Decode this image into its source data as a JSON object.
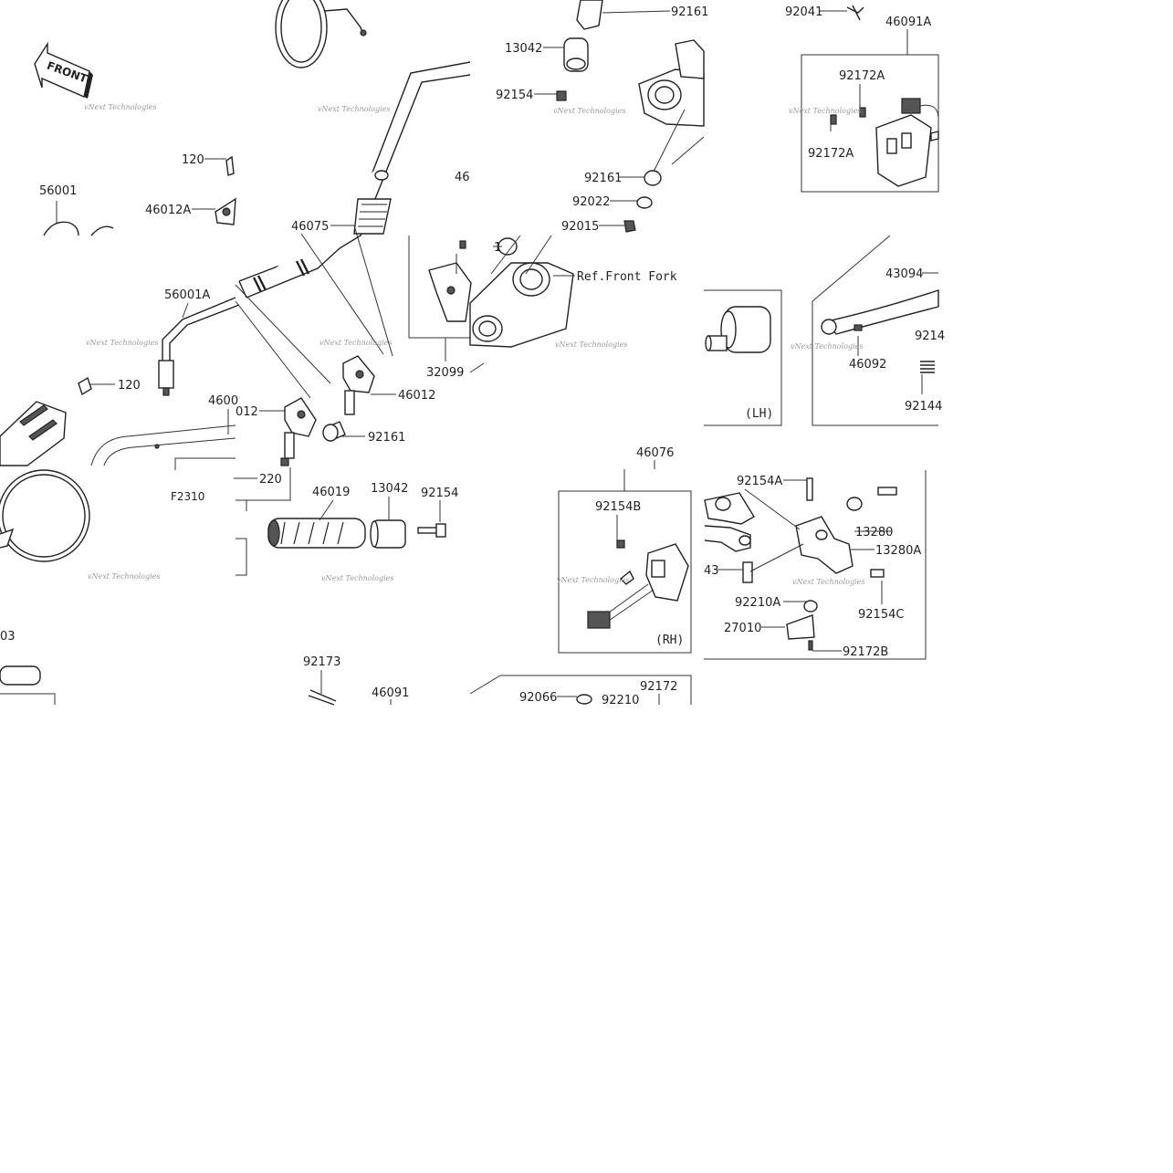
{
  "front_label": "FRONT",
  "watermark": "vNext Technologies",
  "panels": {
    "lh_label": "(LH)",
    "rh_label": "(RH)",
    "ref_label": "Ref.Front Fork",
    "frame_label": "F2310"
  },
  "parts": {
    "p92161_top": "92161",
    "p92041": "92041",
    "p46091A": "46091A",
    "p13042_top": "13042",
    "p92154_top": "92154",
    "p92172A_a": "92172A",
    "p92172A_b": "92172A",
    "p120_a": "120",
    "p56001": "56001",
    "p46012A": "46012A",
    "p46_partial": "46",
    "p92161_mid": "92161",
    "p92022": "92022",
    "p92015": "92015",
    "p46075": "46075",
    "p56001A": "56001A",
    "p43094": "43094",
    "p1_partial": "1",
    "p32099": "32099",
    "p46092": "46092",
    "p9214_partial": "9214",
    "p92144": "92144",
    "p120_b": "120",
    "p4600_partial": "4600",
    "p012_partial": "012",
    "p46012": "46012",
    "p92161_low": "92161",
    "p46076": "46076",
    "p220_partial": "220",
    "p46019": "46019",
    "p13042_low": "13042",
    "p92154_low": "92154",
    "p92154A": "92154A",
    "p92154B": "92154B",
    "p13280": "13280",
    "p13280A": "13280A",
    "p43_partial": "43",
    "p92210A": "92210A",
    "p92154C": "92154C",
    "p27010": "27010",
    "p92172B": "92172B",
    "p03_partial": "03",
    "p92173": "92173",
    "p46091": "46091",
    "p92172": "92172",
    "p92066": "92066",
    "p92210": "92210"
  }
}
